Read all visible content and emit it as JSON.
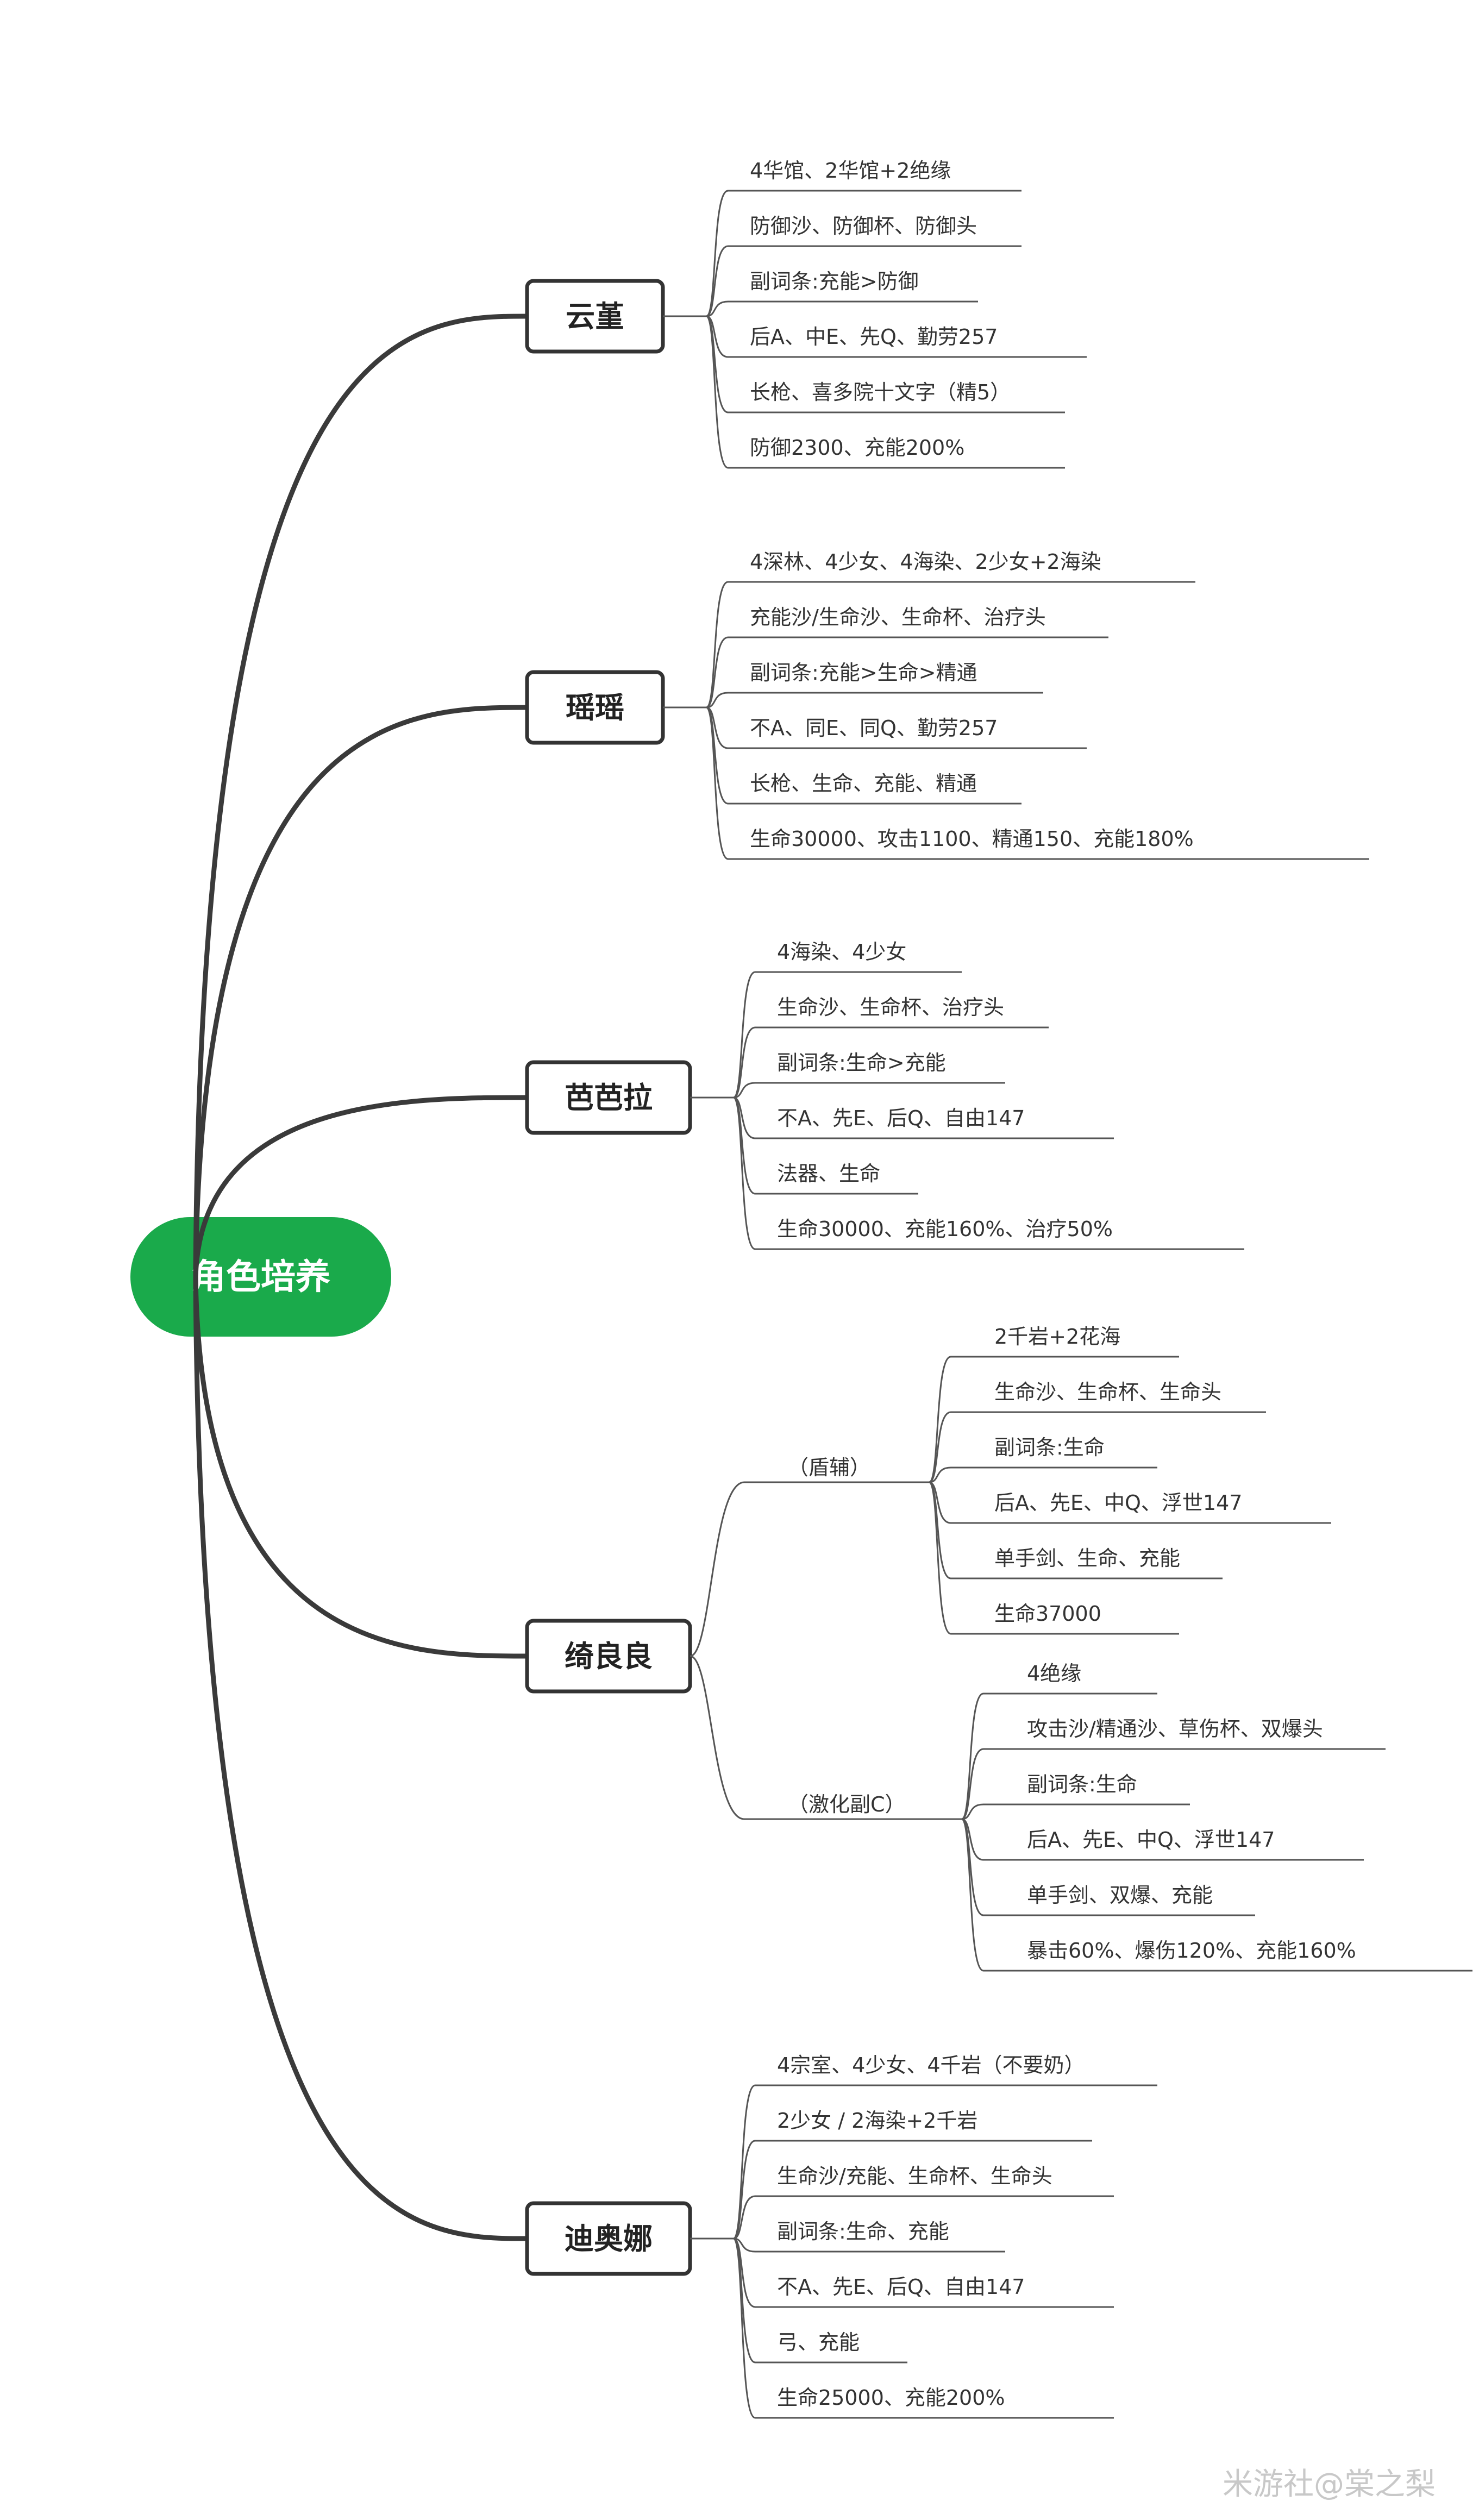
{
  "root": {
    "label": "角色培养",
    "color": "#1aaa4b"
  },
  "watermark": "米游社@棠之梨",
  "branches": [
    {
      "label": "云堇",
      "items": [
        "4华馆、2华馆+2绝缘",
        "防御沙、防御杯、防御头",
        "副词条:充能>防御",
        "后A、中E、先Q、勤劳257",
        "长枪、喜多院十文字（精5）",
        "防御2300、充能200%"
      ]
    },
    {
      "label": "瑶瑶",
      "items": [
        "4深林、4少女、4海染、2少女+2海染",
        "充能沙/生命沙、生命杯、治疗头",
        "副词条:充能>生命>精通",
        "不A、同E、同Q、勤劳257",
        "长枪、生命、充能、精通",
        "生命30000、攻击1100、精通150、充能180%"
      ]
    },
    {
      "label": "芭芭拉",
      "items": [
        "4海染、4少女",
        "生命沙、生命杯、治疗头",
        "副词条:生命>充能",
        "不A、先E、后Q、自由147",
        "法器、生命",
        "生命30000、充能160%、治疗50%"
      ]
    },
    {
      "label": "绮良良",
      "subs": [
        {
          "label": "（盾辅）",
          "items": [
            "2千岩+2花海",
            "生命沙、生命杯、生命头",
            "副词条:生命",
            "后A、先E、中Q、浮世147",
            "单手剑、生命、充能",
            "生命37000"
          ]
        },
        {
          "label": "（激化副C）",
          "items": [
            "4绝缘",
            "攻击沙/精通沙、草伤杯、双爆头",
            "副词条:生命",
            "后A、先E、中Q、浮世147",
            "单手剑、双爆、充能",
            "暴击60%、爆伤120%、充能160%"
          ]
        }
      ]
    },
    {
      "label": "迪奥娜",
      "items": [
        "4宗室、4少女、4千岩（不要奶）",
        "2少女 / 2海染+2千岩",
        "生命沙/充能、生命杯、生命头",
        "副词条:生命、充能",
        "不A、先E、后Q、自由147",
        "弓、充能",
        "生命25000、充能200%"
      ]
    }
  ]
}
